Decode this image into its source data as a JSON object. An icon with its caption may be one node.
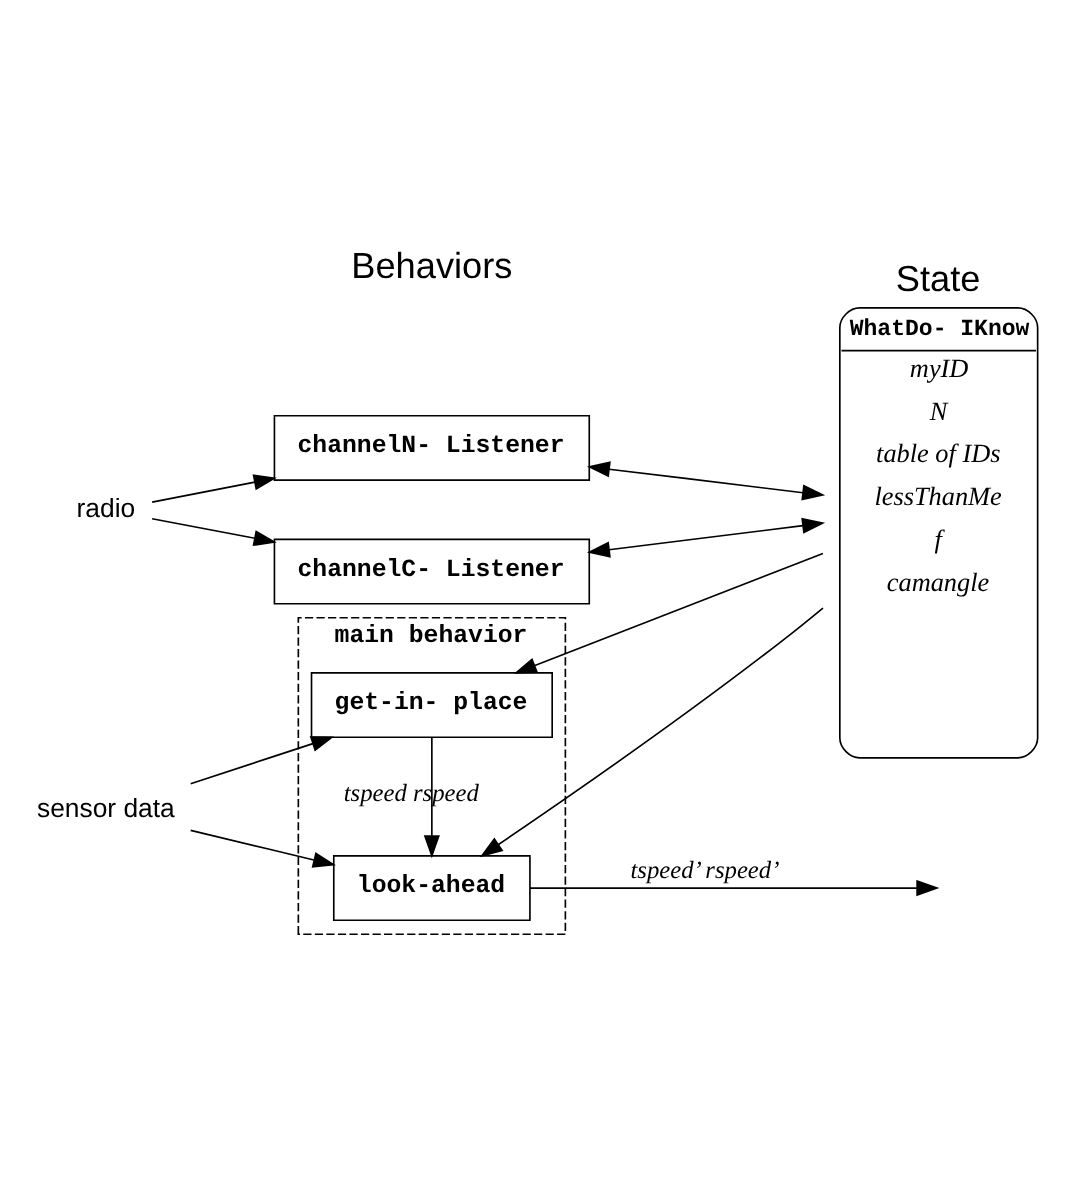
{
  "diagram": {
    "nodes": [
      {
        "text": [
          "radio"
        ]
      },
      {
        "text": [
          "channelN- Listener"
        ]
      },
      {
        "text": [
          "channelC- Listener"
        ]
      },
      {
        "text": [
          "State",
          "WhatDo- IKnow",
          "myID",
          "N",
          "table of IDs",
          "lessThanMe",
          "f",
          "camangle"
        ]
      },
      {
        "text": [
          "main behavior"
        ]
      },
      {
        "text": [
          "get-in- place"
        ],
        "in": 4
      },
      {
        "text": [
          "look-ahead"
        ],
        "in": 4
      },
      {
        "text": [
          "sensor data"
        ]
      }
    ],
    "edges": [
      {
        "from": 0,
        "to": 1,
        "arrow": "to"
      },
      {
        "from": 0,
        "to": 2,
        "arrow": "to"
      },
      {
        "from": 1,
        "to": 3,
        "arrow": "both"
      },
      {
        "from": 2,
        "to": 3,
        "arrow": "both"
      },
      {
        "from": 7,
        "to": 5,
        "arrow": "to"
      },
      {
        "from": 7,
        "to": 6,
        "arrow": "to"
      },
      {
        "from": 3,
        "to": 5,
        "arrow": "to"
      },
      {
        "from": 3,
        "to": 6,
        "arrow": "to"
      },
      {
        "from": 5,
        "to": 6,
        "arrow": "to",
        "label": "tspeed rspeed"
      },
      {
        "from": 6,
        "to": null,
        "arrow": "to",
        "label": "tspeed’ rspeed’"
      }
    ],
    "labels": [
      "Behaviors"
    ]
  }
}
